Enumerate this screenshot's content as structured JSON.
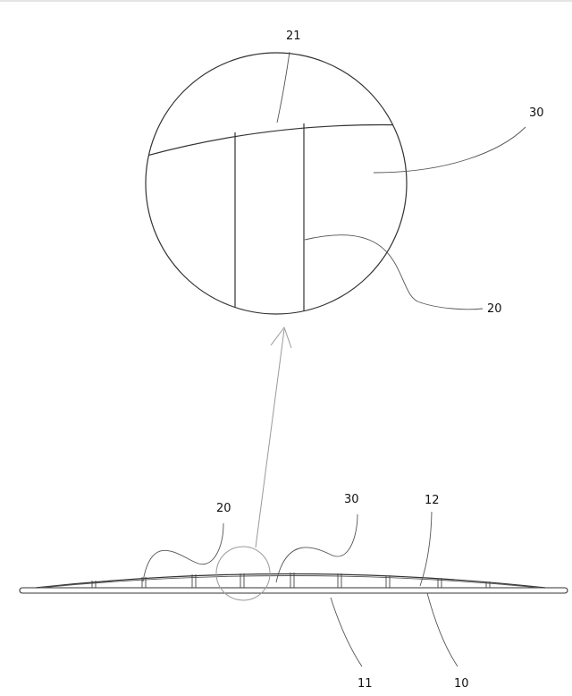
{
  "labels": {
    "detail_21": "21",
    "detail_30": "30",
    "detail_20": "20",
    "main_20": "20",
    "main_30": "30",
    "main_12": "12",
    "main_11": "11",
    "main_10": "10"
  }
}
